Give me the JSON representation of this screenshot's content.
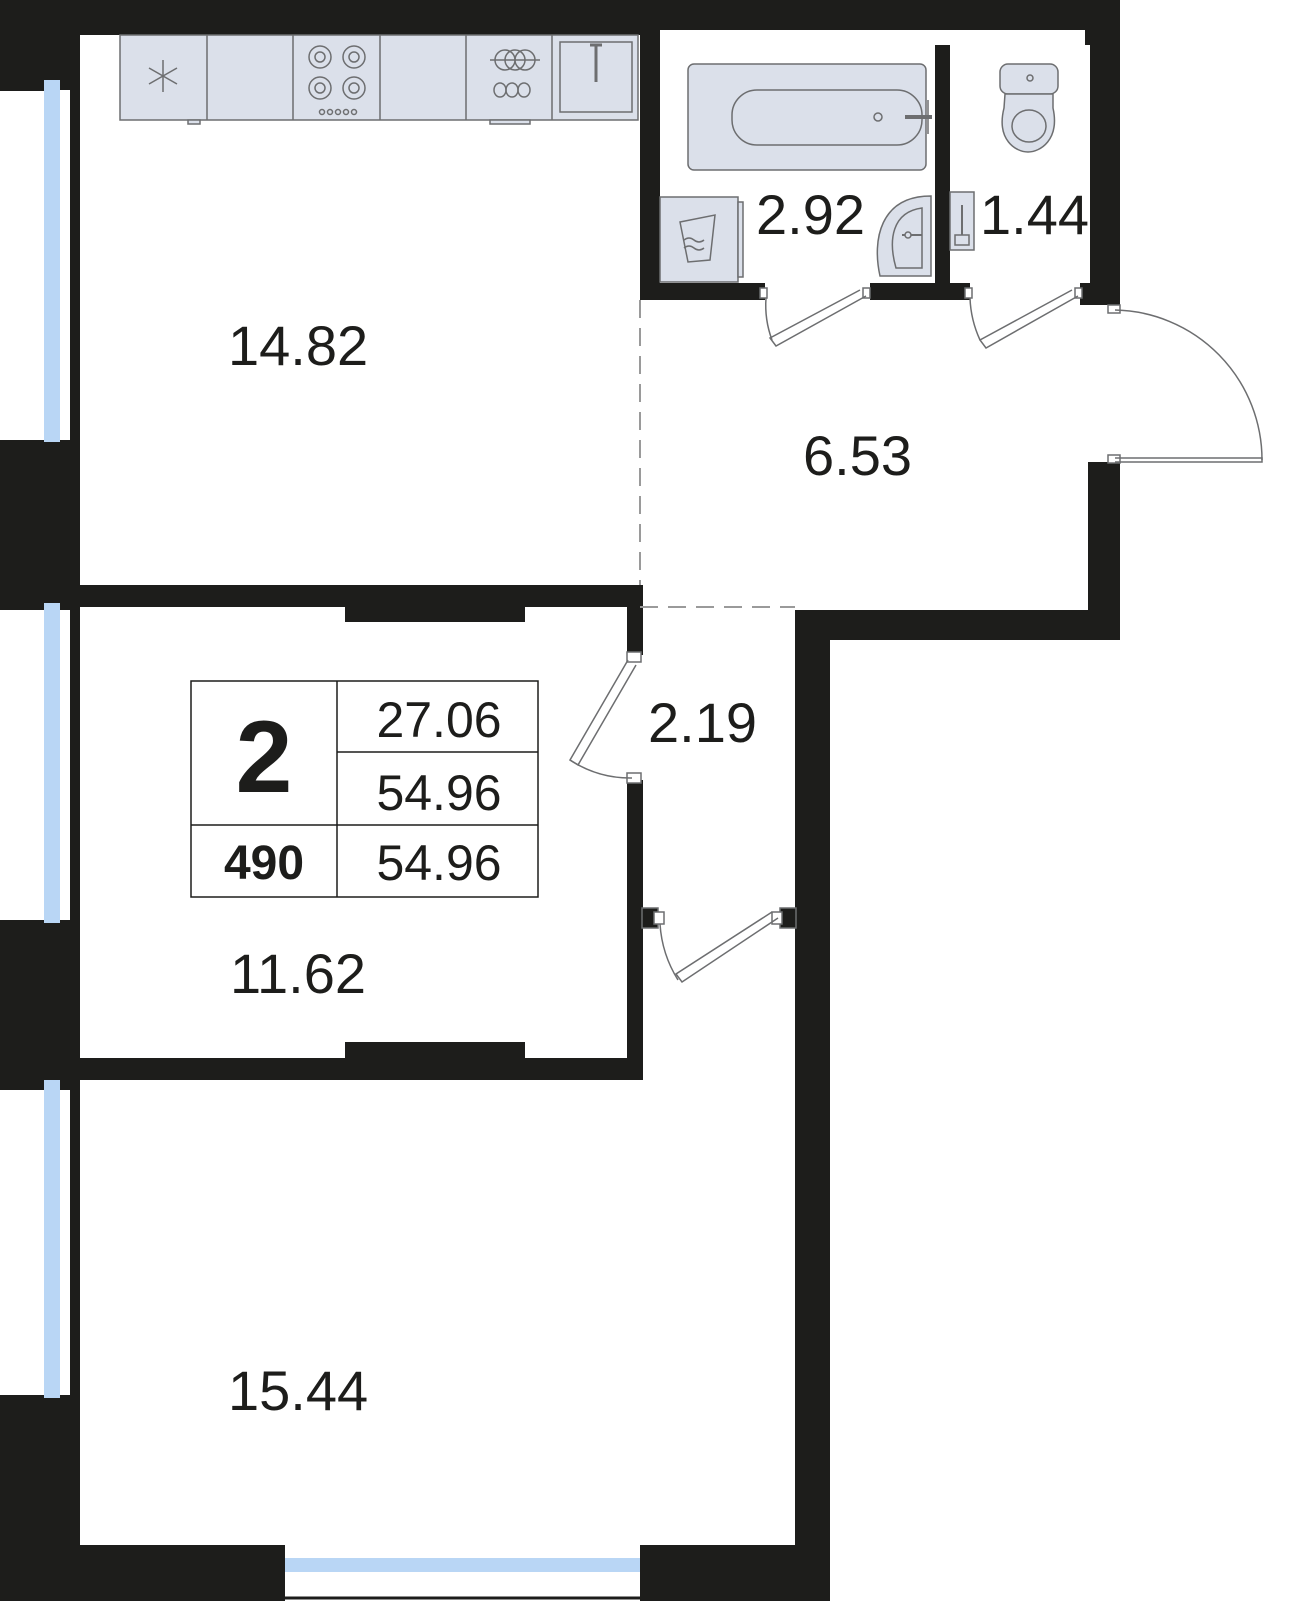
{
  "rooms": {
    "kitchen": {
      "area": "14.82"
    },
    "bathroom": {
      "area": "2.92"
    },
    "toilet": {
      "area": "1.44"
    },
    "hall": {
      "area": "6.53"
    },
    "corridor": {
      "area": "2.19"
    },
    "bedroom": {
      "area": "11.62"
    },
    "living_room": {
      "area": "15.44"
    }
  },
  "info_card": {
    "room_count": "2",
    "apartment_number": "490",
    "values": [
      "27.06",
      "54.96",
      "54.96"
    ]
  },
  "colors": {
    "wall": "#1d1d1b",
    "fixture_fill": "#dbe0ea",
    "fixture_stroke": "#6d6e70",
    "window_glass": "#b9d6f5",
    "card_border": "#1d1d1b"
  },
  "icons": [
    "snowflake-icon",
    "stove-burners-icon",
    "sink-icon",
    "bathtub-icon",
    "washing-machine-icon",
    "washbasin-icon",
    "toilet-icon"
  ]
}
